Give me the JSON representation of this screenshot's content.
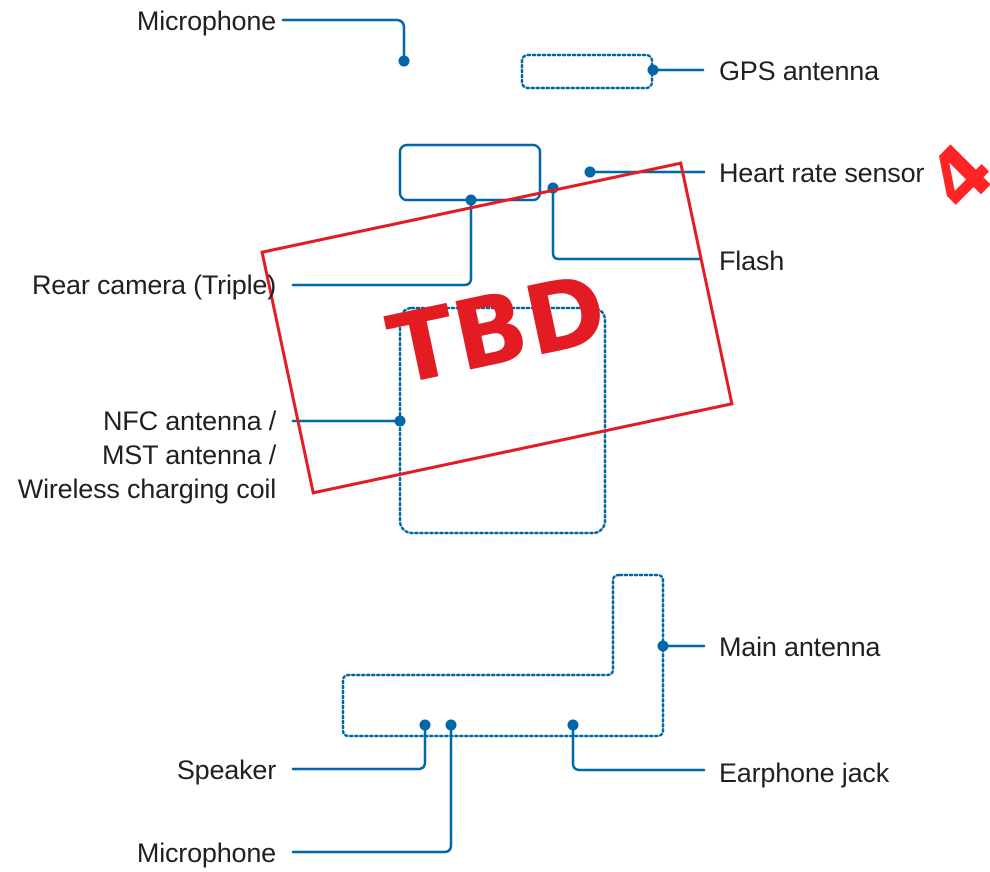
{
  "colors": {
    "leader": "#0068a8",
    "stamp": "#e31b23",
    "watermark": "#ff0000",
    "text": "#231f20",
    "background": "#ffffff"
  },
  "labels": {
    "microphone_top": "Microphone",
    "gps_antenna": "GPS antenna",
    "heart_rate_sensor": "Heart rate sensor",
    "flash": "Flash",
    "rear_camera": "Rear camera (Triple)",
    "nfc_antenna": "NFC antenna /\nMST antenna /\nWireless charging coil",
    "main_antenna": "Main antenna",
    "speaker": "Speaker",
    "earphone_jack": "Earphone jack",
    "microphone_bottom": "Microphone"
  },
  "stamp": {
    "text": "TBD"
  },
  "watermark": {
    "text": "4"
  }
}
